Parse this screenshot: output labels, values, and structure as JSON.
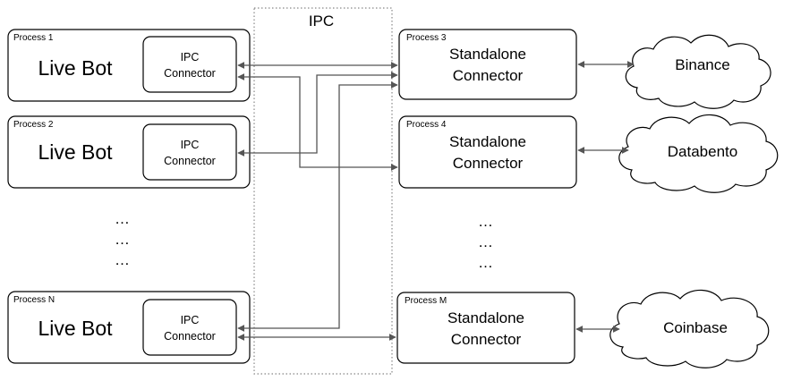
{
  "ipc_label": "IPC",
  "bots": [
    {
      "process": "Process 1",
      "title": "Live Bot",
      "connector": [
        "IPC",
        "Connector"
      ]
    },
    {
      "process": "Process 2",
      "title": "Live Bot",
      "connector": [
        "IPC",
        "Connector"
      ]
    },
    {
      "process": "Process N",
      "title": "Live Bot",
      "connector": [
        "IPC",
        "Connector"
      ]
    }
  ],
  "standalone": [
    {
      "process": "Process 3",
      "title": [
        "Standalone",
        "Connector"
      ]
    },
    {
      "process": "Process 4",
      "title": [
        "Standalone",
        "Connector"
      ]
    },
    {
      "process": "Process M",
      "title": [
        "Standalone",
        "Connector"
      ]
    }
  ],
  "exchanges": [
    {
      "name": "Binance"
    },
    {
      "name": "Databento"
    },
    {
      "name": "Coinbase"
    }
  ],
  "ellipsis": "…",
  "colors": {
    "stroke": "#000000",
    "arrow": "#555555",
    "dotted_box": "#888888",
    "background": "#ffffff"
  }
}
